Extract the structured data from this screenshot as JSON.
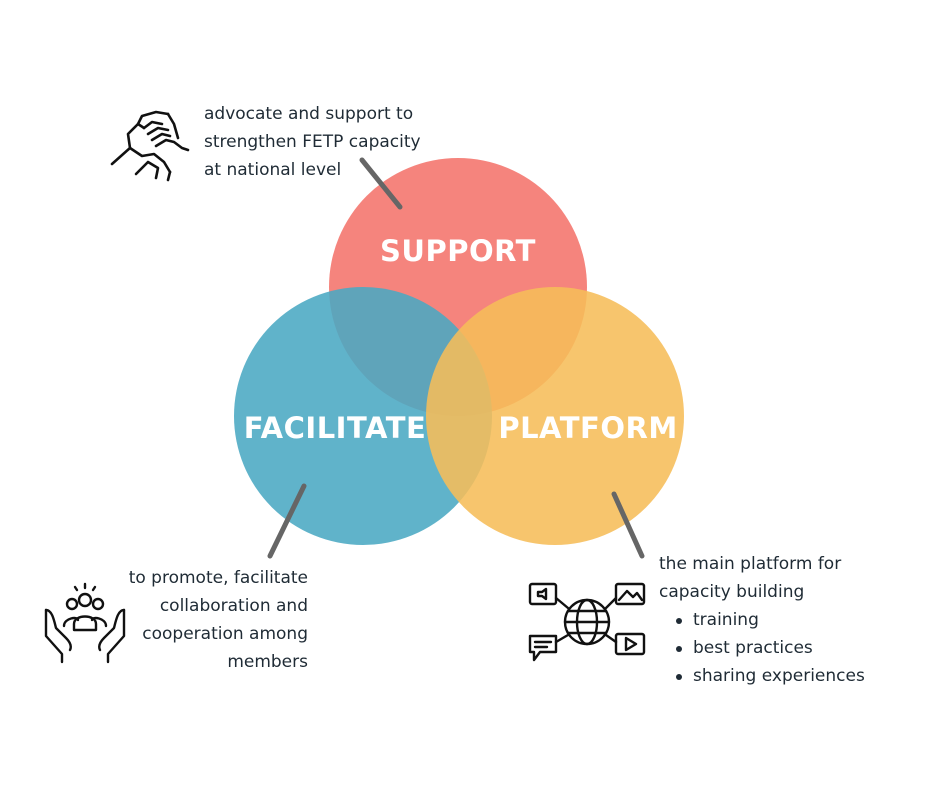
{
  "circles": {
    "support": {
      "label": "SUPPORT",
      "color": "#f4736b"
    },
    "facilitate": {
      "label": "FACILITATE",
      "color": "#4aa9c3"
    },
    "platform": {
      "label": "PLATFORM",
      "color": "#f6bd59"
    }
  },
  "connector_color": "#666666",
  "notes": {
    "support": {
      "lines": [
        "advocate and support to",
        "strengthen FETP capacity",
        "at national level"
      ],
      "icon": "handshake-icon"
    },
    "facilitate": {
      "lines": [
        "to promote, facilitate",
        "collaboration and",
        "cooperation among",
        "members"
      ],
      "icon": "hands-supporting-people-icon"
    },
    "platform": {
      "lines": [
        "the main platform for",
        "capacity building"
      ],
      "bullets": [
        "training",
        "best practices",
        "sharing experiences"
      ],
      "icon": "globe-network-icon"
    }
  }
}
